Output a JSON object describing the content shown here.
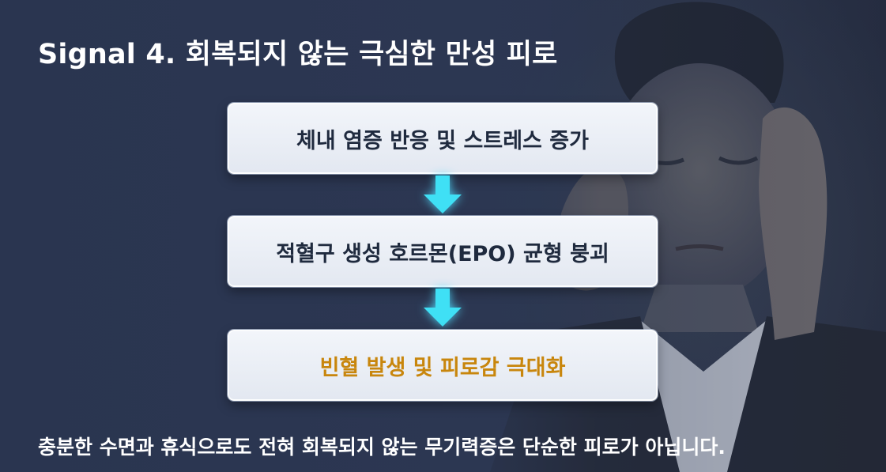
{
  "title": "Signal 4. 회복되지 않는 극심한 만성 피로",
  "flow": {
    "steps": [
      {
        "label": "체내 염증 반응 및 스트레스 증가"
      },
      {
        "label": "적혈구 생성 호르몬(EPO) 균형 붕괴"
      },
      {
        "label": "빈혈 발생 및 피로감 극대화"
      }
    ],
    "arrow_icon": "arrow-down-icon",
    "arrow_color": "#3fe0f5",
    "highlight_color": "#c8860d"
  },
  "footer": "충분한 수면과 휴식으로도 전혀 회복되지 않는 무기력증은 단순한 피로가 아닙니다."
}
